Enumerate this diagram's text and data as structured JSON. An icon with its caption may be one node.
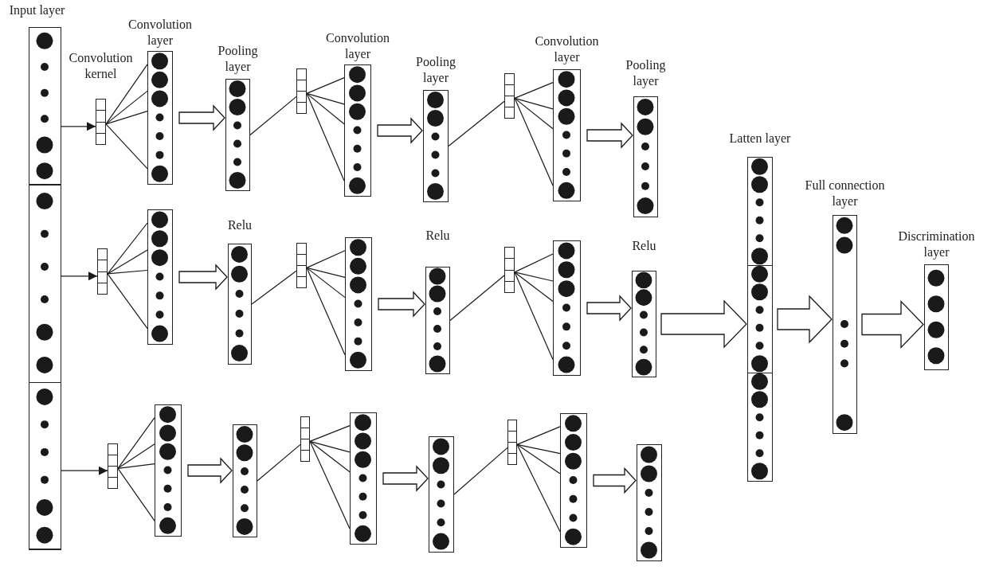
{
  "diagram": {
    "nodes": [
      {
        "text": [
          "Input layer"
        ]
      },
      {
        "text": [],
        "shape": "box",
        "in": 0
      },
      {
        "text": [],
        "shape": "box",
        "in": 0
      },
      {
        "text": [],
        "shape": "box",
        "in": 0
      },
      {
        "text": [
          "Convolution kernel"
        ]
      },
      {
        "text": [
          "Convolution layer"
        ]
      },
      {
        "text": [
          "Pooling layer"
        ]
      },
      {
        "text": [],
        "shape": "box"
      },
      {
        "text": [
          "Convolution layer"
        ]
      },
      {
        "text": [
          "Pooling layer"
        ]
      },
      {
        "text": [],
        "shape": "box"
      },
      {
        "text": [
          "Convolution layer"
        ]
      },
      {
        "text": [
          "Pooling layer"
        ]
      },
      {
        "text": [],
        "shape": "box"
      },
      {
        "text": [],
        "shape": "box"
      },
      {
        "text": [
          "Relu"
        ]
      },
      {
        "text": [],
        "shape": "box"
      },
      {
        "text": [],
        "shape": "box"
      },
      {
        "text": [
          "Relu"
        ]
      },
      {
        "text": [],
        "shape": "box"
      },
      {
        "text": [],
        "shape": "box"
      },
      {
        "text": [
          "Relu"
        ]
      },
      {
        "text": [],
        "shape": "box"
      },
      {
        "text": [],
        "shape": "box"
      },
      {
        "text": [],
        "shape": "box"
      },
      {
        "text": [],
        "shape": "box"
      },
      {
        "text": [],
        "shape": "box"
      },
      {
        "text": [],
        "shape": "box"
      },
      {
        "text": [],
        "shape": "box"
      },
      {
        "text": [],
        "shape": "box"
      },
      {
        "text": [],
        "shape": "box"
      },
      {
        "text": [
          "Latten layer"
        ]
      },
      {
        "text": [
          "Full connection layer"
        ]
      },
      {
        "text": [
          "Discrimination layer"
        ]
      }
    ],
    "edges": [
      {
        "from": 1,
        "to": 4,
        "arrow": "to"
      },
      {
        "from": 4,
        "to": 5,
        "arrow": "none"
      },
      {
        "from": 4,
        "to": 5,
        "arrow": "none"
      },
      {
        "from": 4,
        "to": 5,
        "arrow": "none"
      },
      {
        "from": 4,
        "to": 5,
        "arrow": "none"
      },
      {
        "from": 5,
        "to": 6,
        "arrow": "to",
        "style": "thick"
      },
      {
        "from": 6,
        "to": 7,
        "arrow": "none"
      },
      {
        "from": 7,
        "to": 8,
        "arrow": "none"
      },
      {
        "from": 7,
        "to": 8,
        "arrow": "none"
      },
      {
        "from": 7,
        "to": 8,
        "arrow": "none"
      },
      {
        "from": 7,
        "to": 8,
        "arrow": "none"
      },
      {
        "from": 8,
        "to": 9,
        "arrow": "to",
        "style": "thick"
      },
      {
        "from": 9,
        "to": 10,
        "arrow": "none"
      },
      {
        "from": 10,
        "to": 11,
        "arrow": "none"
      },
      {
        "from": 10,
        "to": 11,
        "arrow": "none"
      },
      {
        "from": 10,
        "to": 11,
        "arrow": "none"
      },
      {
        "from": 10,
        "to": 11,
        "arrow": "none"
      },
      {
        "from": 11,
        "to": 12,
        "arrow": "to",
        "style": "thick"
      },
      {
        "from": 2,
        "to": 13,
        "arrow": "to"
      },
      {
        "from": 13,
        "to": 14,
        "arrow": "none"
      },
      {
        "from": 13,
        "to": 14,
        "arrow": "none"
      },
      {
        "from": 13,
        "to": 14,
        "arrow": "none"
      },
      {
        "from": 13,
        "to": 14,
        "arrow": "none"
      },
      {
        "from": 14,
        "to": 15,
        "arrow": "to",
        "style": "thick"
      },
      {
        "from": 15,
        "to": 16,
        "arrow": "none"
      },
      {
        "from": 16,
        "to": 17,
        "arrow": "none"
      },
      {
        "from": 16,
        "to": 17,
        "arrow": "none"
      },
      {
        "from": 16,
        "to": 17,
        "arrow": "none"
      },
      {
        "from": 16,
        "to": 17,
        "arrow": "none"
      },
      {
        "from": 17,
        "to": 18,
        "arrow": "to",
        "style": "thick"
      },
      {
        "from": 18,
        "to": 19,
        "arrow": "none"
      },
      {
        "from": 19,
        "to": 20,
        "arrow": "none"
      },
      {
        "from": 19,
        "to": 20,
        "arrow": "none"
      },
      {
        "from": 19,
        "to": 20,
        "arrow": "none"
      },
      {
        "from": 19,
        "to": 20,
        "arrow": "none"
      },
      {
        "from": 20,
        "to": 21,
        "arrow": "to",
        "style": "thick"
      },
      {
        "from": 3,
        "to": 22,
        "arrow": "to"
      },
      {
        "from": 22,
        "to": 23,
        "arrow": "none"
      },
      {
        "from": 22,
        "to": 23,
        "arrow": "none"
      },
      {
        "from": 22,
        "to": 23,
        "arrow": "none"
      },
      {
        "from": 22,
        "to": 23,
        "arrow": "none"
      },
      {
        "from": 23,
        "to": 24,
        "arrow": "to",
        "style": "thick"
      },
      {
        "from": 24,
        "to": 25,
        "arrow": "none"
      },
      {
        "from": 25,
        "to": 26,
        "arrow": "none"
      },
      {
        "from": 25,
        "to": 26,
        "arrow": "none"
      },
      {
        "from": 25,
        "to": 26,
        "arrow": "none"
      },
      {
        "from": 25,
        "to": 26,
        "arrow": "none"
      },
      {
        "from": 26,
        "to": 27,
        "arrow": "to",
        "style": "thick"
      },
      {
        "from": 27,
        "to": 28,
        "arrow": "none"
      },
      {
        "from": 28,
        "to": 29,
        "arrow": "none"
      },
      {
        "from": 28,
        "to": 29,
        "arrow": "none"
      },
      {
        "from": 28,
        "to": 29,
        "arrow": "none"
      },
      {
        "from": 28,
        "to": 29,
        "arrow": "none"
      },
      {
        "from": 29,
        "to": 30,
        "arrow": "to",
        "style": "thick"
      },
      {
        "from": 21,
        "to": 31,
        "arrow": "to",
        "style": "thick"
      },
      {
        "from": 31,
        "to": 32,
        "arrow": "to",
        "style": "thick"
      },
      {
        "from": 32,
        "to": 33,
        "arrow": "to",
        "style": "thick"
      }
    ]
  }
}
